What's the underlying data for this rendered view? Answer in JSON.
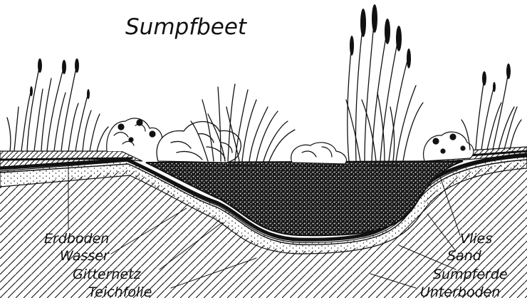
{
  "diagram": {
    "title": "Sumpfbeet",
    "labels_left": [
      "Erdboden",
      "Wasser",
      "Gitternetz",
      "Teichfolie"
    ],
    "labels_right": [
      "Vlies",
      "Sand",
      "Sumpferde",
      "Unterboden"
    ]
  },
  "colors": {
    "ink": "#111111",
    "paper": "#ffffff"
  }
}
